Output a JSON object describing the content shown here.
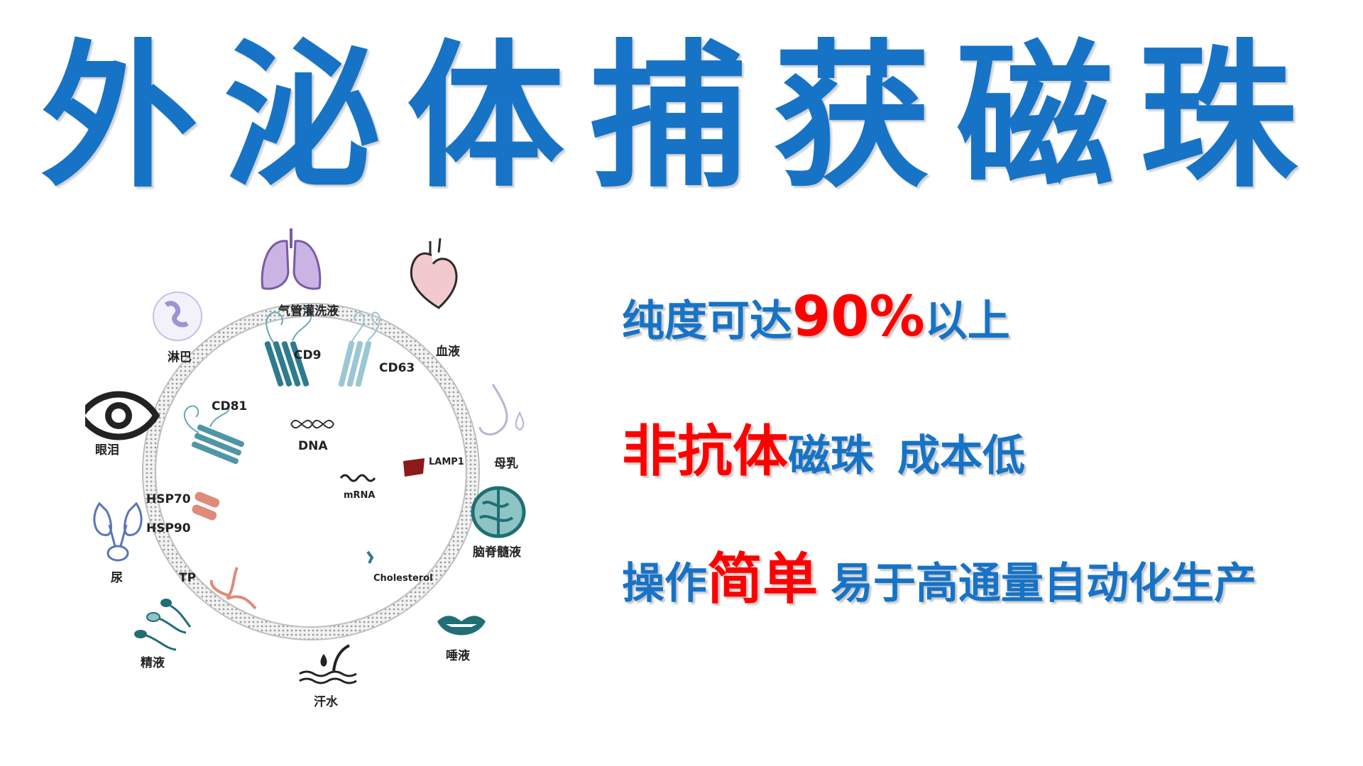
{
  "title": "外泌体捕获磁珠",
  "colors": {
    "primary_blue": "#1673c6",
    "highlight_red": "#ff0000",
    "receptor_teal": "#2e7b8e",
    "receptor_light": "#8fbccc",
    "lamp_red": "#8b1a1a",
    "hsp_salmon": "#e08a7a"
  },
  "features": {
    "f1": {
      "a": "纯度可达",
      "b": "90%",
      "c": "以上"
    },
    "f2": {
      "a": "非抗体",
      "b": "磁珠",
      "c": "成本低"
    },
    "f3": {
      "a": "操作",
      "b": "简单",
      "c": "易于高通量自动化生产"
    }
  },
  "exosome": {
    "markers": {
      "cd9": "CD9",
      "cd63": "CD63",
      "cd81": "CD81",
      "lamp1": "LAMP1",
      "hsp70": "HSP70",
      "hsp90": "HSP90",
      "tp": "TP",
      "cholesterol": "Cholesterol"
    },
    "contents": {
      "dna": "DNA",
      "mrna": "mRNA"
    }
  },
  "sources": [
    {
      "key": "lung",
      "label": "气管灌洗液",
      "icon": "lungs-icon"
    },
    {
      "key": "blood",
      "label": "血液",
      "icon": "heart-icon"
    },
    {
      "key": "milk",
      "label": "母乳",
      "icon": "breast-milk-icon"
    },
    {
      "key": "csf",
      "label": "脑脊髓液",
      "icon": "brain-icon"
    },
    {
      "key": "saliva",
      "label": "唾液",
      "icon": "lips-icon"
    },
    {
      "key": "sweat",
      "label": "汗水",
      "icon": "skin-sweat-icon"
    },
    {
      "key": "semen",
      "label": "精液",
      "icon": "sperm-icon"
    },
    {
      "key": "urine",
      "label": "尿",
      "icon": "kidney-icon"
    },
    {
      "key": "tears",
      "label": "眼泪",
      "icon": "eye-icon"
    },
    {
      "key": "lymph",
      "label": "淋巴",
      "icon": "lymph-cell-icon"
    }
  ]
}
